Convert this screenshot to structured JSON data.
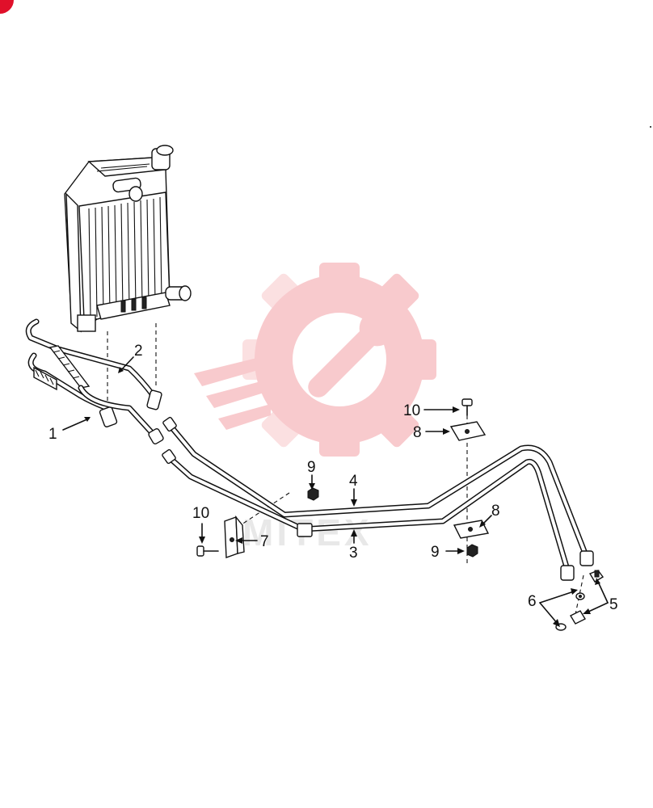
{
  "callouts": [
    {
      "id": "c1",
      "text": "1"
    },
    {
      "id": "c2",
      "text": "2"
    },
    {
      "id": "c3",
      "text": "3"
    },
    {
      "id": "c4",
      "text": "4"
    },
    {
      "id": "c5",
      "text": "5"
    },
    {
      "id": "c6",
      "text": "6"
    },
    {
      "id": "c7",
      "text": "7"
    },
    {
      "id": "c8a",
      "text": "8"
    },
    {
      "id": "c8b",
      "text": "8"
    },
    {
      "id": "c9a",
      "text": "9"
    },
    {
      "id": "c9b",
      "text": "9"
    },
    {
      "id": "c10a",
      "text": "10"
    },
    {
      "id": "c10b",
      "text": "10"
    }
  ],
  "watermark": {
    "color": "#f4a0a5",
    "icon": "gear-wrench-icon"
  },
  "corner_badge_color": "#e0102a"
}
